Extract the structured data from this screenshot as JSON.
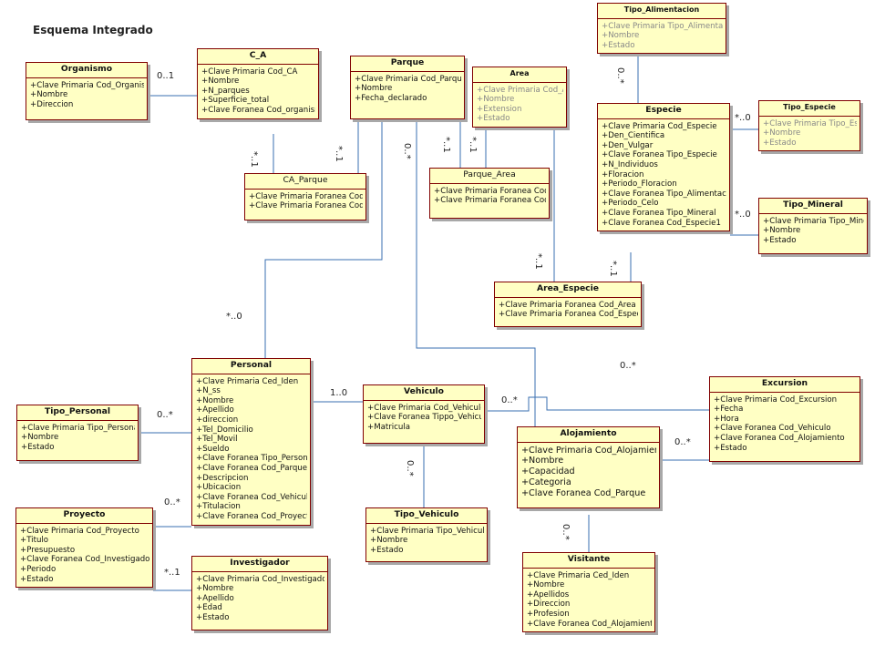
{
  "diagram_title": "Esquema Integrado",
  "classes": {
    "tipo_alimentacion": {
      "name": "Tipo_Alimentacion",
      "attrs": [
        "+Clave Primaria Tipo_Alimentacion",
        "+Nombre",
        "+Estado"
      ]
    },
    "organismo": {
      "name": "Organismo",
      "attrs": [
        "+Clave Primaria Cod_Organismo",
        "+Nombre",
        "+Direccion"
      ]
    },
    "c_a": {
      "name": "C_A",
      "attrs": [
        "+Clave Primaria Cod_CA",
        "+Nombre",
        "+N_parques",
        "+Superficie_total",
        "+Clave Foranea Cod_organismo"
      ]
    },
    "parque": {
      "name": "Parque",
      "attrs": [
        "+Clave Primaria Cod_Parque",
        "+Nombre",
        "+Fecha_declarado"
      ]
    },
    "area": {
      "name": "Area",
      "attrs": [
        "+Clave Primaria Cod_Area",
        "+Nombre",
        "+Extension",
        "+Estado"
      ]
    },
    "especie": {
      "name": "Especie",
      "attrs": [
        "+Clave Primaria Cod_Especie",
        "+Den_Cientifica",
        "+Den_Vulgar",
        "+Clave Foranea Tipo_Especie",
        "+N_Individuos",
        "+Floracion",
        "+Periodo_Floracion",
        "+Clave Foranea Tipo_Alimentacion",
        "+Periodo_Celo",
        "+Clave Foranea Tipo_Mineral",
        "+Clave Foranea Cod_Especie1"
      ]
    },
    "tipo_especie": {
      "name": "Tipo_Especie",
      "attrs": [
        "+Clave Primaria Tipo_Especie",
        "+Nombre",
        "+Estado"
      ]
    },
    "tipo_mineral": {
      "name": "Tipo_Mineral",
      "attrs": [
        "+Clave Primaria Tipo_Mineral",
        "+Nombre",
        "+Estado"
      ]
    },
    "ca_parque": {
      "name": "CA_Parque",
      "attrs": [
        "+Clave Primaria Foranea Cod_CA",
        "+Clave Primaria Foranea Cod_Parque"
      ]
    },
    "parque_area": {
      "name": "Parque_Area",
      "attrs": [
        "+Clave Primaria Foranea Cod_Parque",
        "+Clave Primaria Foranea Cod_Area"
      ]
    },
    "area_especie": {
      "name": "Area_Especie",
      "attrs": [
        "+Clave Primaria Foranea Cod_Area",
        "+Clave Primaria Foranea Cod_Especie"
      ]
    },
    "personal": {
      "name": "Personal",
      "attrs": [
        "+Clave Primaria Ced_Iden",
        "+N_ss",
        "+Nombre",
        "+Apellido",
        "+direccion",
        "+Tel_Domicilio",
        "+Tel_Movil",
        "+Sueldo",
        "+Clave Foranea Tipo_Personal",
        "+Clave Foranea Cod_Parque",
        "+Descripcion",
        "+Ubicacion",
        "+Clave Foranea Cod_Vehiculo",
        "+Titulacion",
        "+Clave Foranea Cod_Proyecto"
      ]
    },
    "tipo_personal": {
      "name": "Tipo_Personal",
      "attrs": [
        "+Clave Primaria Tipo_Personal",
        "+Nombre",
        "+Estado"
      ]
    },
    "vehiculo": {
      "name": "Vehiculo",
      "attrs": [
        "+Clave Primaria Cod_Vehiculo",
        "+Clave Foranea Tippo_Vehiculo",
        "+Matricula"
      ]
    },
    "excursion": {
      "name": "Excursion",
      "attrs": [
        "+Clave Primaria Cod_Excursion",
        "+Fecha",
        "+Hora",
        "+Clave Foranea Cod_Vehiculo",
        "+Clave Foranea Cod_Alojamiento",
        "+Estado"
      ]
    },
    "alojamiento": {
      "name": "Alojamiento",
      "attrs": [
        "+Clave Primaria Cod_Alojamiento",
        "+Nombre",
        "+Capacidad",
        "+Categoria",
        "+Clave Foranea Cod_Parque"
      ]
    },
    "proyecto": {
      "name": "Proyecto",
      "attrs": [
        "+Clave Primaria Cod_Proyecto",
        "+Titulo",
        "+Presupuesto",
        "+Clave Foranea Cod_Investigador",
        "+Periodo",
        "+Estado"
      ]
    },
    "investigador": {
      "name": "Investigador",
      "attrs": [
        "+Clave Primaria Cod_Investigador",
        "+Nombre",
        "+Apellido",
        "+Edad",
        "+Estado"
      ]
    },
    "tipo_vehiculo": {
      "name": "Tipo_Vehiculo",
      "attrs": [
        "+Clave Primaria Tipo_Vehiculo",
        "+Nombre",
        "+Estado"
      ]
    },
    "visitante": {
      "name": "Visitante",
      "attrs": [
        "+Clave Primaria Ced_Iden",
        "+Nombre",
        "+Apellidos",
        "+Direccion",
        "+Profesion",
        "+Clave Foranea Cod_Alojamiento"
      ]
    }
  },
  "multiplicities": {
    "org_ca": "0..1",
    "ca_caparque": "*..1",
    "parque_caparque": "*..1",
    "parque_0": "0..*",
    "parque_parquearea": "*..1",
    "area_parquearea": "*..1",
    "tipoalim_especie": "0..*",
    "especie_tipoespecie": "*..0",
    "especie_tipomineral": "*..0",
    "area_areaespecie": "*..1",
    "especie_areaespecie": "*..1",
    "personal_parque": "*..0",
    "excursion_top": "0..*",
    "vehiculo_excursion": "0..*",
    "alojamiento_excursion": "0..*",
    "personal_vehiculo": "1..0",
    "tipopersonal_personal": "0..*",
    "proyecto_personal": "0..*",
    "investigador_proyecto": "*..1",
    "vehiculo_tipovehiculo": "0..*",
    "alojamiento_visitante": "0..*"
  }
}
